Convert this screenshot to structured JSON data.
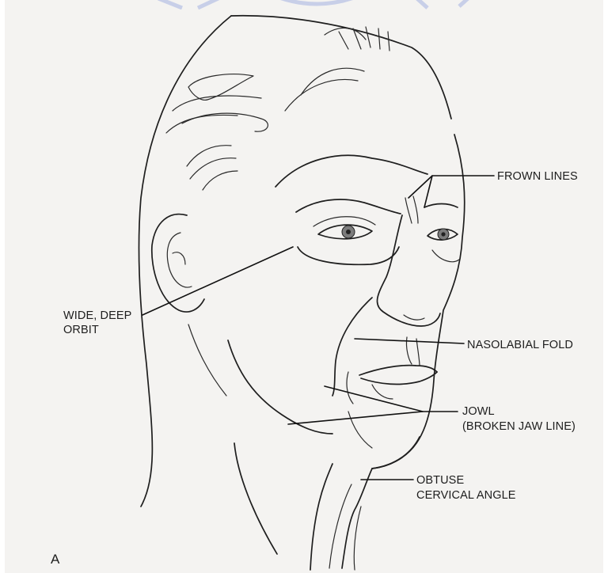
{
  "figure": {
    "panel_letter": "A",
    "labels": {
      "frown_lines": "FROWN LINES",
      "wide_deep_orbit_line1": "WIDE, DEEP",
      "wide_deep_orbit_line2": "ORBIT",
      "nasolabial_fold": "NASOLABIAL FOLD",
      "jowl_line1": "JOWL",
      "jowl_line2": "(BROKEN JAW LINE)",
      "obtuse_line1": "OBTUSE",
      "obtuse_line2": "CERVICAL ANGLE"
    },
    "colors": {
      "paper": "#f4f3f1",
      "ink": "#1e1e1e",
      "watermark": "#c8cfe8"
    }
  }
}
